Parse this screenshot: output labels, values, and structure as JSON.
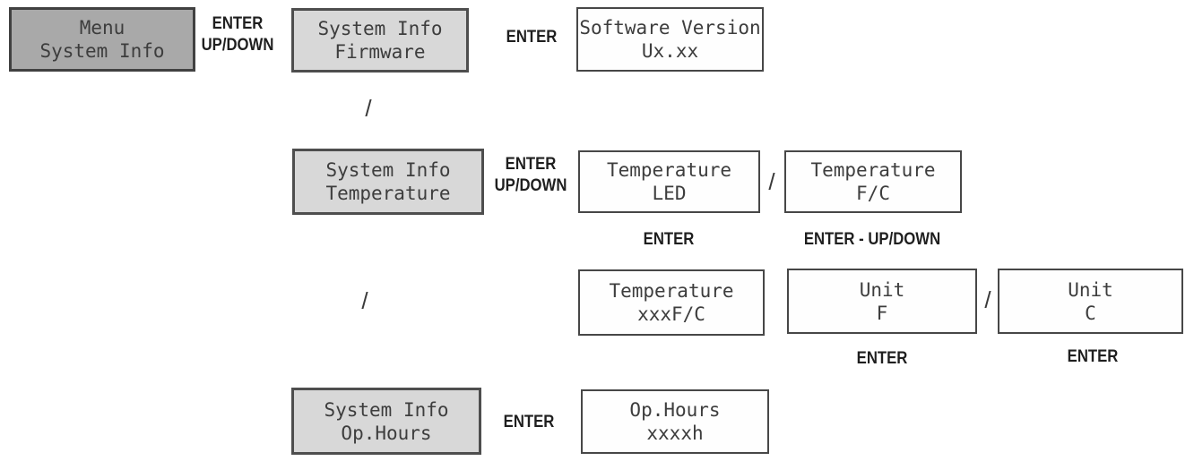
{
  "diagram": {
    "description": "Device LCD menu navigation flow for System Info (Firmware, Temperature, Op.Hours)",
    "colors": {
      "screen_selected": "#a9a9a9",
      "screen_submenu": "#d8d8d8",
      "screen_readout": "#fefefe",
      "screen_border": "#474747",
      "lcd_text": "#3d3d3d",
      "label_text": "#1f1f1f",
      "background": "#ffffff"
    },
    "nodes": [
      {
        "id": "menu-system-info",
        "variant": "dark",
        "line1": "Menu",
        "line2": "System Info"
      },
      {
        "id": "system-info-firmware",
        "variant": "light",
        "line1": "System Info",
        "line2": "Firmware"
      },
      {
        "id": "software-version",
        "variant": "white",
        "line1": "Software Version",
        "line2": "Ux.xx"
      },
      {
        "id": "system-info-temperature",
        "variant": "light",
        "line1": "System Info",
        "line2": "Temperature"
      },
      {
        "id": "temperature-led",
        "variant": "white",
        "line1": "Temperature",
        "line2": "LED"
      },
      {
        "id": "temperature-f-c",
        "variant": "white",
        "line1": "Temperature",
        "line2": "F/C"
      },
      {
        "id": "temperature-xxxf-c",
        "variant": "white",
        "line1": "Temperature",
        "line2": "xxxF/C"
      },
      {
        "id": "unit-f",
        "variant": "white",
        "line1": "Unit",
        "line2": "F"
      },
      {
        "id": "unit-c",
        "variant": "white",
        "line1": "Unit",
        "line2": "C"
      },
      {
        "id": "system-info-op-hours",
        "variant": "light",
        "line1": "System Info",
        "line2": "Op.Hours"
      },
      {
        "id": "op-hours",
        "variant": "white",
        "line1": "Op.Hours",
        "line2": "xxxxh"
      }
    ],
    "labels": {
      "enter": "ENTER",
      "up_down": "UP/DOWN",
      "enter_up_down": "ENTER - UP/DOWN",
      "slash": "/"
    }
  }
}
